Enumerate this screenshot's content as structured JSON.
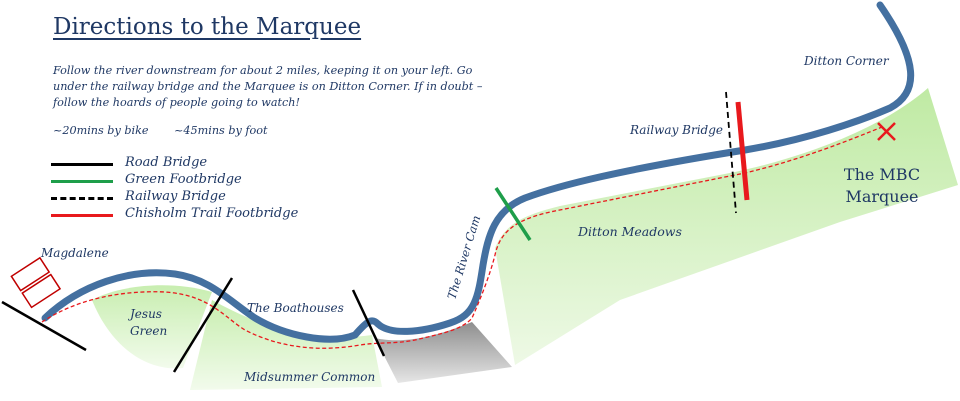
{
  "title": "Directions to the Marquee",
  "directions": "Follow the river downstream for about 2 miles, keeping it on your left. Go under the railway bridge and the Marquee is on Ditton Corner. If in doubt – follow the hoards of people going to watch!",
  "times": {
    "bike": "~20mins by bike",
    "foot": "~45mins by foot"
  },
  "legend": [
    {
      "label": "Road Bridge",
      "color": "#000000",
      "style": "solid"
    },
    {
      "label": "Green Footbridge",
      "color": "#1e9e4a",
      "style": "solid"
    },
    {
      "label": "Railway Bridge",
      "color": "#000000",
      "style": "dashed"
    },
    {
      "label": "Chisholm Trail Footbridge",
      "color": "#e8191d",
      "style": "solid"
    }
  ],
  "labels": {
    "magdalene": "Magdalene",
    "jesus_green_1": "Jesus",
    "jesus_green_2": "Green",
    "boathouses": "The Boathouses",
    "midsummer_common": "Midsummer Common",
    "river_cam": "The River Cam",
    "ditton_meadows": "Ditton Meadows",
    "railway_bridge": "Railway Bridge",
    "ditton_corner": "Ditton Corner",
    "marquee_1": "The MBC",
    "marquee_2": "Marquee"
  },
  "colors": {
    "river": "#4470a0",
    "route": "#e8191d",
    "meadow": "#c8eeb0",
    "text": "#1f3864",
    "road_bridge": "#000000",
    "green_footbridge": "#1e9e4a",
    "chisholm_bridge": "#e8191d",
    "marquee_marker": "#e8191d"
  }
}
